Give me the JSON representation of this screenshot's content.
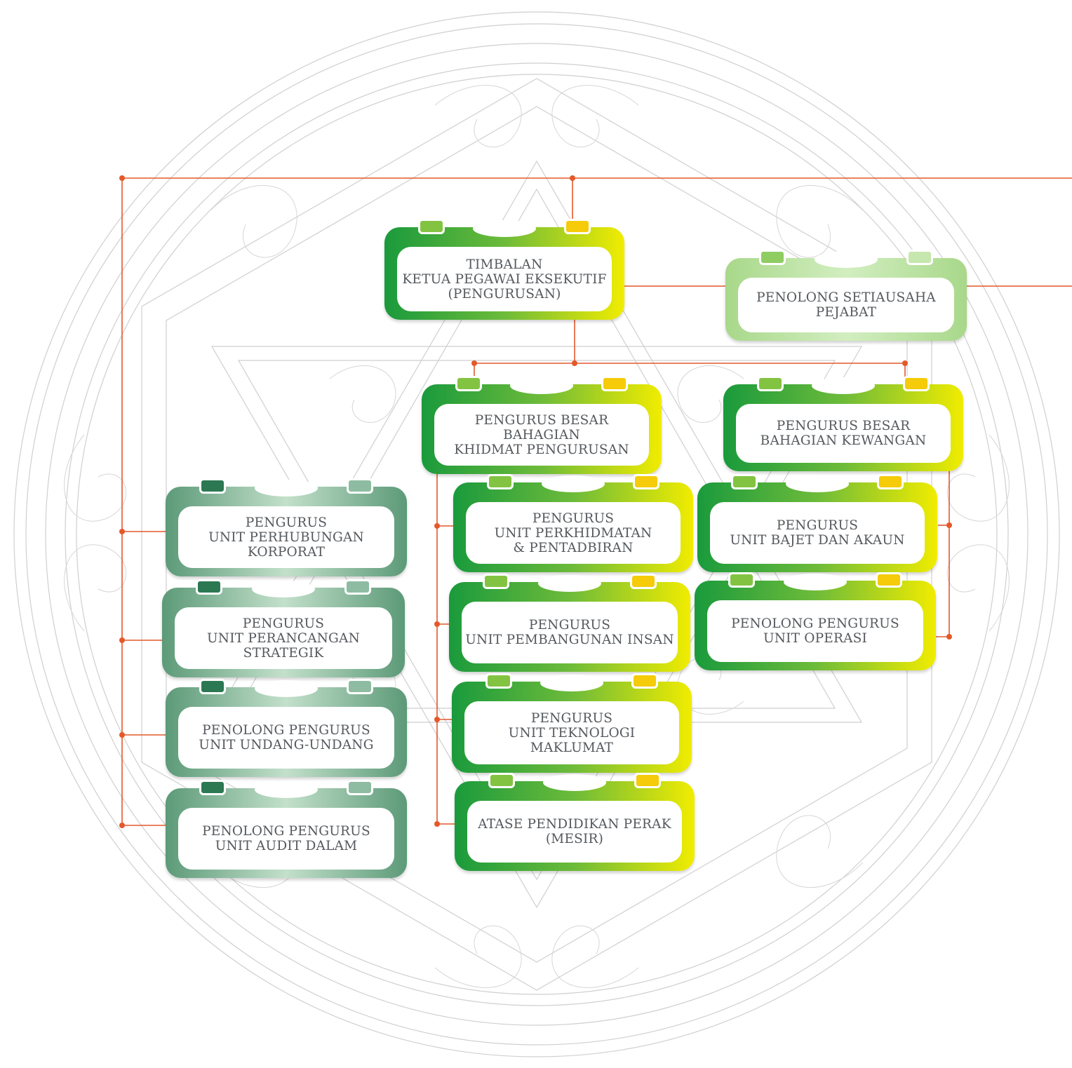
{
  "colors": {
    "connector": "#e4582a",
    "ornament": "#cdcdcd",
    "label_text": "#55595d",
    "bright_gradient": [
      "#1a9a3c",
      "#6dbb3a",
      "#f1ec00"
    ],
    "pale_gradient": [
      "#a8d88a",
      "#d2eec0"
    ],
    "teal_gradient": [
      "#5c9a78",
      "#c3e0cb"
    ]
  },
  "nodes": {
    "timbalan_ceo": "TIMBALAN\nKETUA PEGAWAI EKSEKUTIF\n(PENGURUSAN)",
    "penolong_setiausaha": "PENOLONG SETIAUSAHA\nPEJABAT",
    "pb_khidmat": "PENGURUS BESAR\nBAHAGIAN\nKHIDMAT PENGURUSAN",
    "pb_kewangan": "PENGURUS BESAR\nBAHAGIAN KEWANGAN",
    "u_perhubungan": "PENGURUS\nUNIT PERHUBUNGAN\nKORPORAT",
    "u_perancangan": "PENGURUS\nUNIT PERANCANGAN\nSTRATEGIK",
    "u_undang": "PENOLONG PENGURUS\nUNIT UNDANG-UNDANG",
    "u_audit": "PENOLONG PENGURUS\nUNIT AUDIT DALAM",
    "u_perkhidmatan": "PENGURUS\nUNIT PERKHIDMATAN\n& PENTADBIRAN",
    "u_insan": "PENGURUS\nUNIT PEMBANGUNAN INSAN",
    "u_teknologi": "PENGURUS\nUNIT TEKNOLOGI\nMAKLUMAT",
    "atase": "ATASE PENDIDIKAN PERAK\n(MESIR)",
    "u_bajet": "PENGURUS\nUNIT BAJET DAN AKAUN",
    "u_operasi": "PENOLONG PENGURUS\nUNIT OPERASI"
  }
}
